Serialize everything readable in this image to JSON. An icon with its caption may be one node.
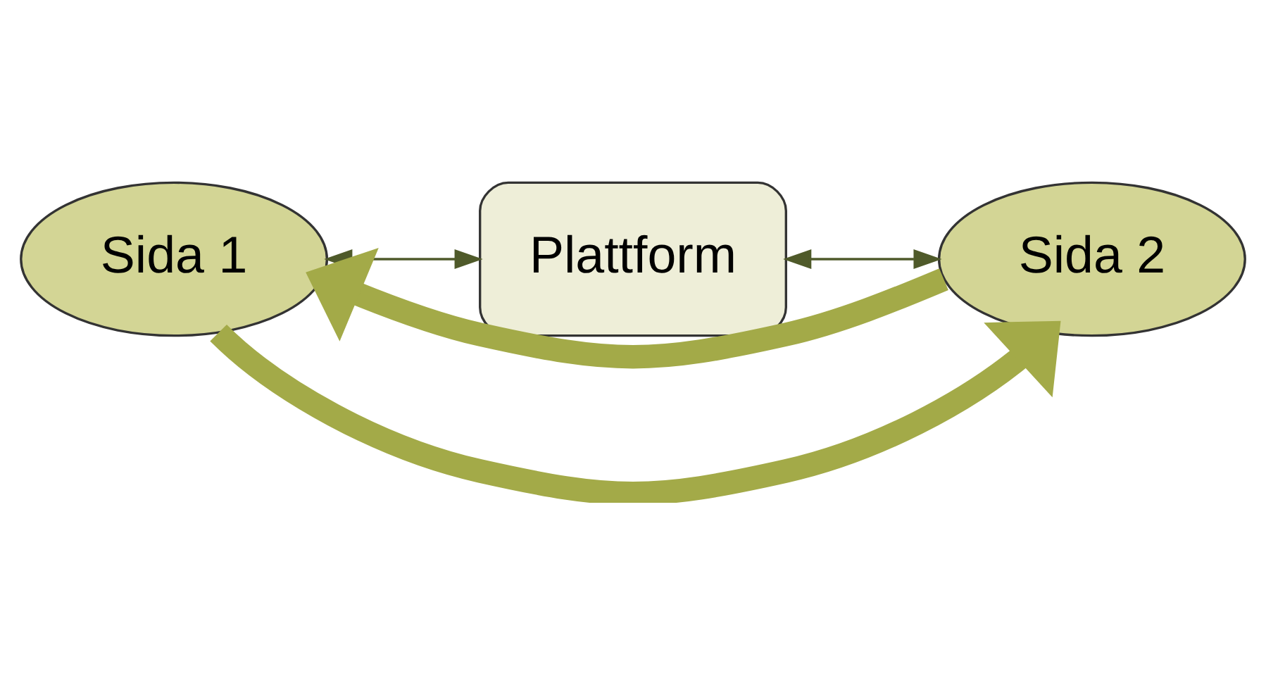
{
  "diagram": {
    "nodes": [
      {
        "text": [
          "Sida 1"
        ]
      },
      {
        "text": [
          "Plattform"
        ]
      },
      {
        "text": [
          "Sida 2"
        ]
      }
    ],
    "edges": [
      {
        "from": 0,
        "to": 1,
        "arrow": "both"
      },
      {
        "from": 1,
        "to": 2,
        "arrow": "both"
      },
      {
        "from": 0,
        "to": 2,
        "arrow": "to",
        "style": "thick",
        "color": "#a3aa48"
      },
      {
        "from": 2,
        "to": 0,
        "arrow": "to",
        "style": "thick",
        "color": "#a3aa48"
      }
    ]
  }
}
